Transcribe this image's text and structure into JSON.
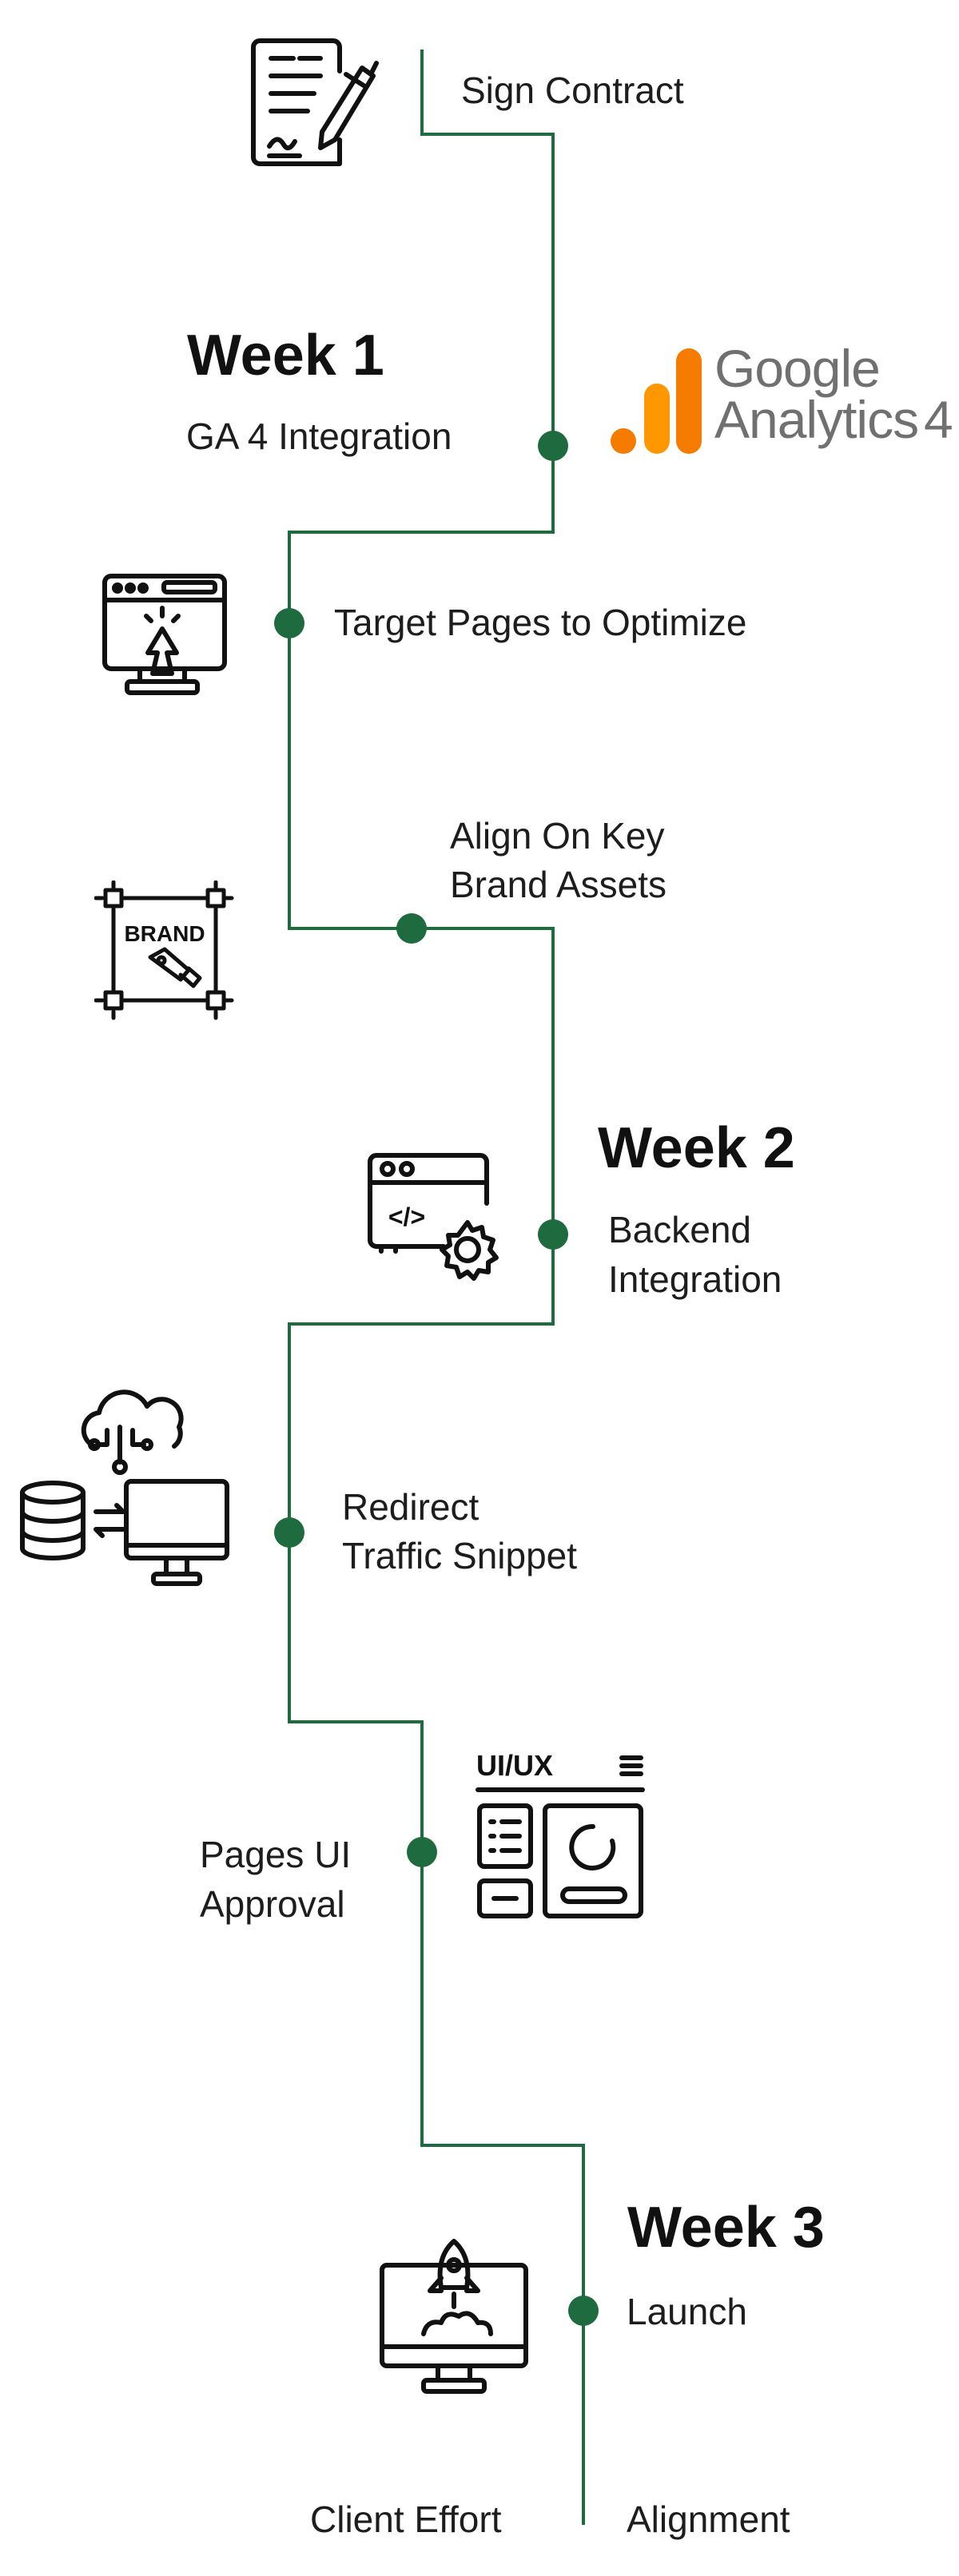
{
  "steps": {
    "sign_contract": "Sign Contract",
    "ga4_integration": "GA 4 Integration",
    "target_pages": "Target Pages to Optimize",
    "brand_assets_line1": "Align On Key",
    "brand_assets_line2": "Brand Assets",
    "backend_line1": "Backend",
    "backend_line2": "Integration",
    "redirect_line1": "Redirect",
    "redirect_line2": "Traffic Snippet",
    "pages_ui_line1": "Pages UI",
    "pages_ui_line2": "Approval",
    "launch": "Launch"
  },
  "weeks": {
    "week1": "Week 1",
    "week2": "Week 2",
    "week3": "Week 3"
  },
  "legend": {
    "left": "Client Effort",
    "right": "Alignment"
  },
  "google_analytics_logo": {
    "line1": "Google",
    "line2": "Analytics",
    "suffix": "4"
  },
  "icon_text": {
    "brand": "BRAND",
    "uiux": "UI/UX",
    "code": "</>"
  },
  "colors": {
    "line": "#1d6b3e",
    "dot": "#1d6b3e",
    "ga_orange": "#f57c00",
    "ga_light": "#ff9800",
    "ga_text": "#707070"
  }
}
